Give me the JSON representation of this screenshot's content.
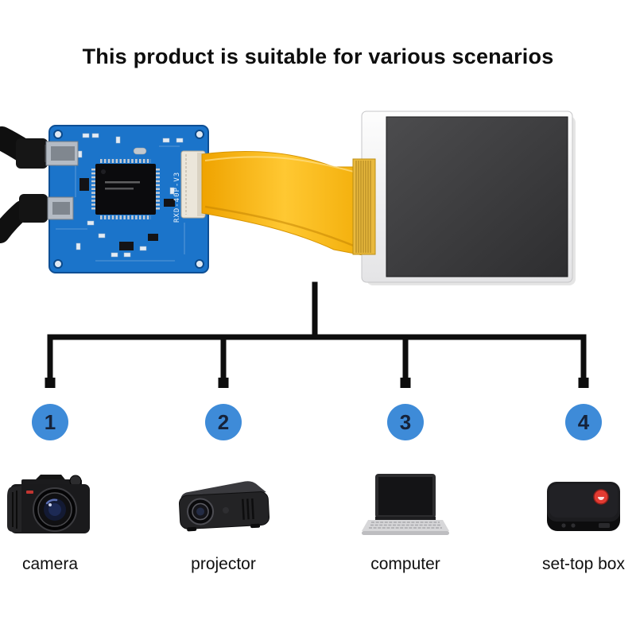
{
  "title": "This product is suitable for various scenarios",
  "scenarios": [
    {
      "number": "1",
      "label": "camera",
      "icon": "camera-icon"
    },
    {
      "number": "2",
      "label": "projector",
      "icon": "projector-icon"
    },
    {
      "number": "3",
      "label": "computer",
      "icon": "laptop-icon"
    },
    {
      "number": "4",
      "label": "set-top box",
      "icon": "set-top-box-icon"
    }
  ],
  "hero": {
    "board_marking": "RXD-40P-V3",
    "board": "lcd-driver-board",
    "cable": "fpc-ribbon-cable",
    "display": "lcd-panel"
  },
  "colors": {
    "number_circle_blue": "#3e8bd8",
    "number_text": "#16233a",
    "connector_line_black": "#0d0d0d",
    "pcb_blue": "#1b74ca",
    "flex_cable_orange": "#f5af0a",
    "logo_red": "#e23b32"
  }
}
